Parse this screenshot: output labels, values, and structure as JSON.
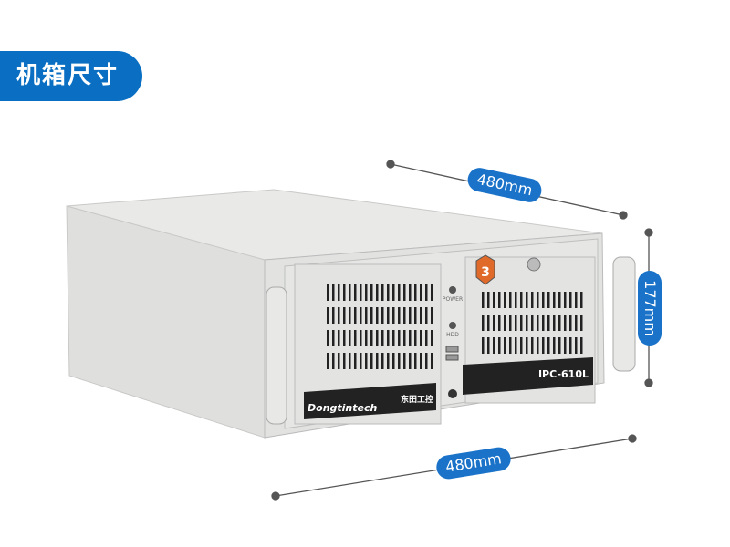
{
  "header": {
    "title": "机箱尺寸"
  },
  "dimensions": {
    "depth": "480mm",
    "height": "177mm",
    "width": "480mm"
  },
  "product": {
    "brand": "Dongtintech",
    "brand_cn": "东田工控",
    "model": "IPC-610L",
    "indicators": {
      "power": "POWER",
      "hdd": "HDD"
    },
    "badge": "3"
  },
  "colors": {
    "accent": "#0a6fc2",
    "label": "#1a73c9",
    "chassis": "#e4e5e3"
  }
}
